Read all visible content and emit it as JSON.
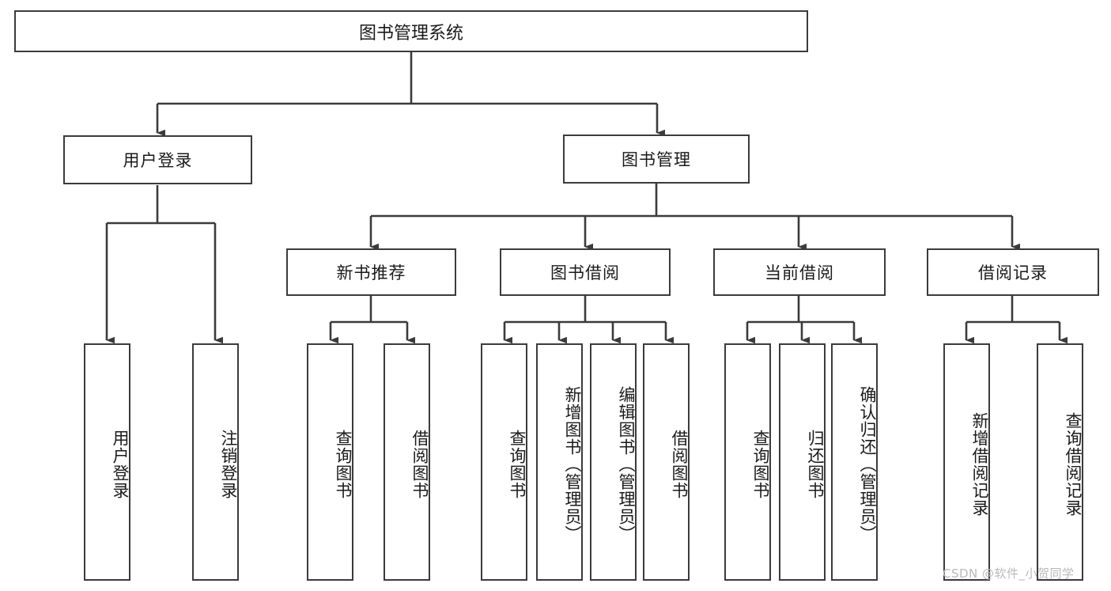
{
  "diagram": {
    "title": "图书管理系统",
    "type": "tree",
    "root": {
      "label": "图书管理系统"
    },
    "level1": [
      {
        "label": "用户登录"
      },
      {
        "label": "图书管理"
      }
    ],
    "level2": [
      {
        "label": "新书推荐"
      },
      {
        "label": "图书借阅"
      },
      {
        "label": "当前借阅"
      },
      {
        "label": "借阅记录"
      }
    ],
    "leaves": {
      "user_login": [
        {
          "label": "用户登录"
        },
        {
          "label": "注销登录"
        }
      ],
      "new_book_recommend": [
        {
          "label": "查询图书"
        },
        {
          "label": "借阅图书"
        }
      ],
      "book_borrow": [
        {
          "label": "查询图书"
        },
        {
          "label": "新增图书（管理员）"
        },
        {
          "label": "编辑图书（管理员）"
        },
        {
          "label": "借阅图书"
        }
      ],
      "current_borrow": [
        {
          "label": "查询图书"
        },
        {
          "label": "归还图书"
        },
        {
          "label": "确认归还（管理员）"
        }
      ],
      "borrow_record": [
        {
          "label": "新增借阅记录"
        },
        {
          "label": "查询借阅记录"
        }
      ]
    }
  },
  "watermark": {
    "text": "CSDN @软件_小贺同学"
  },
  "colors": {
    "background": "#ffffff",
    "border": "#3b3b3b",
    "text": "#1a1a1a",
    "watermark": "#b9b9b9"
  }
}
